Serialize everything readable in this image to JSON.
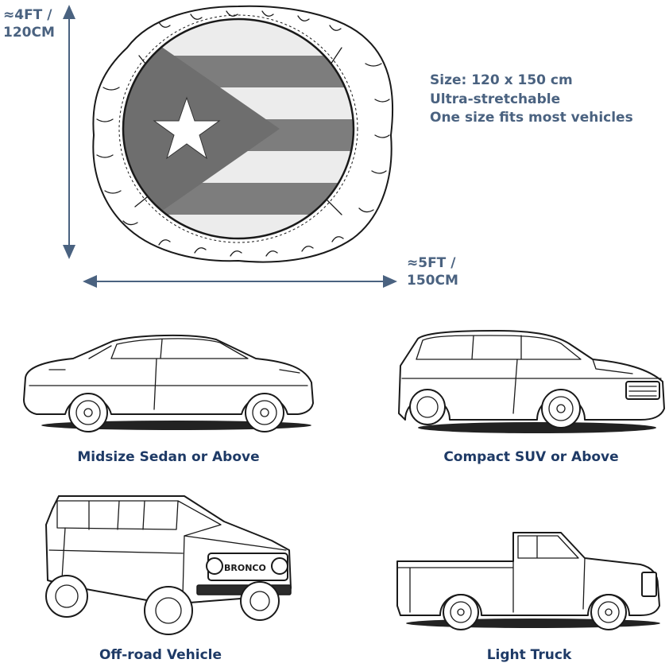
{
  "dimensions": {
    "height_label_line1": "≈4FT /",
    "height_label_line2": "120CM",
    "width_label_line1": "≈5FT /",
    "width_label_line2": "150CM",
    "arrow_color": "#4a6280"
  },
  "specs": {
    "size": "Size: 120 x 150 cm",
    "stretch": "Ultra-stretchable",
    "fit": "One size fits most vehicles"
  },
  "product": {
    "flag_icon": "star-triangle-stripes-flag",
    "flag_colors": {
      "dark": "#7d7d7d",
      "light": "#ececec",
      "star": "#ffffff"
    }
  },
  "vehicles": [
    {
      "caption": "Midsize Sedan or Above",
      "icon": "sedan-icon"
    },
    {
      "caption": "Compact SUV or Above",
      "icon": "suv-icon"
    },
    {
      "caption": "Off-road Vehicle",
      "icon": "offroad-icon"
    },
    {
      "caption": "Light Truck",
      "icon": "pickup-truck-icon"
    }
  ],
  "caption_color": "#1e3a66"
}
